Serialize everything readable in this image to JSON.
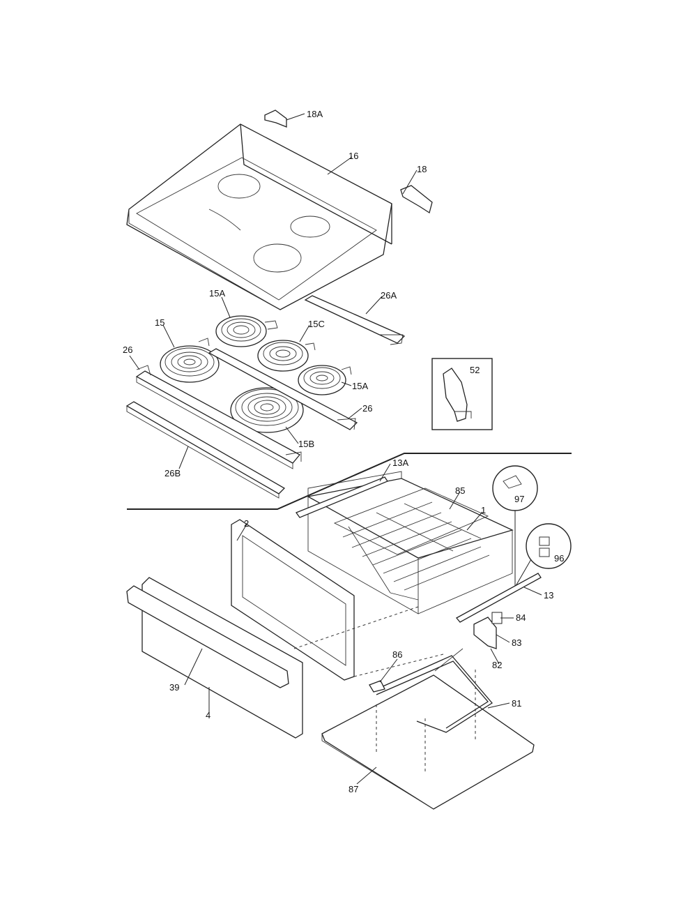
{
  "callouts": {
    "c18A": "18A",
    "c16": "16",
    "c18": "18",
    "c15A_top": "15A",
    "c26A": "26A",
    "c15": "15",
    "c15C": "15C",
    "c26_left": "26",
    "c15A_right": "15A",
    "c52": "52",
    "c26_right": "26",
    "c15B": "15B",
    "c26B": "26B",
    "c13A": "13A",
    "c85": "85",
    "c1": "1",
    "c97": "97",
    "c96": "96",
    "c2": "2",
    "c13": "13",
    "c84": "84",
    "c83": "83",
    "c82": "82",
    "c86": "86",
    "c81": "81",
    "c39": "39",
    "c4": "4",
    "c87": "87"
  }
}
